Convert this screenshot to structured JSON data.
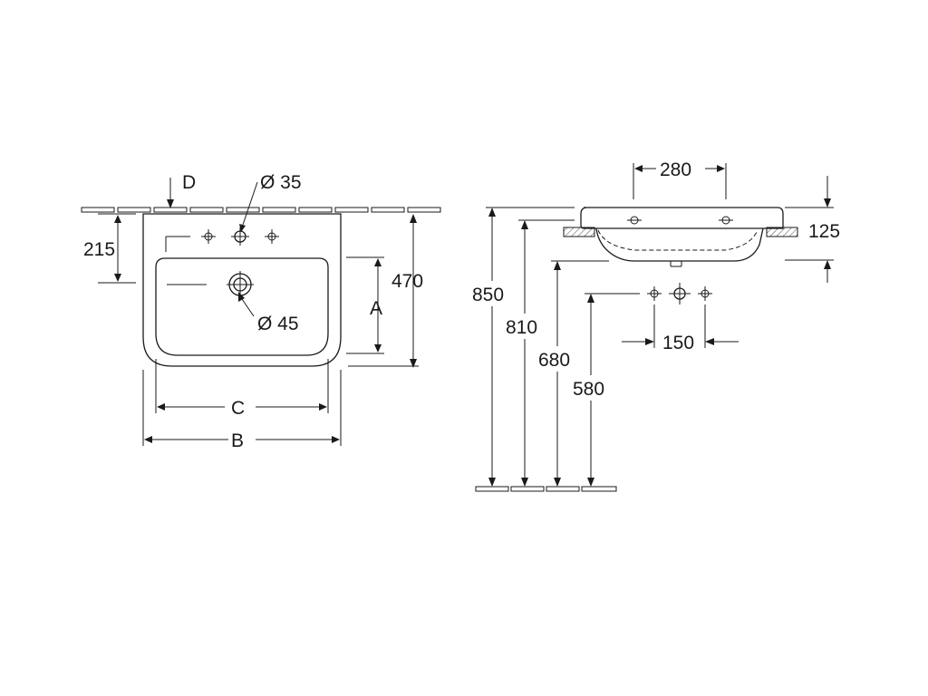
{
  "front_view": {
    "label_d": "D",
    "label_dia35": "Ø 35",
    "label_215": "215",
    "label_470": "470",
    "label_a": "A",
    "label_dia45": "Ø 45",
    "label_c": "C",
    "label_b": "B"
  },
  "side_view": {
    "label_280": "280",
    "label_125": "125",
    "label_850": "850",
    "label_810": "810",
    "label_680": "680",
    "label_580": "580",
    "label_150": "150"
  }
}
